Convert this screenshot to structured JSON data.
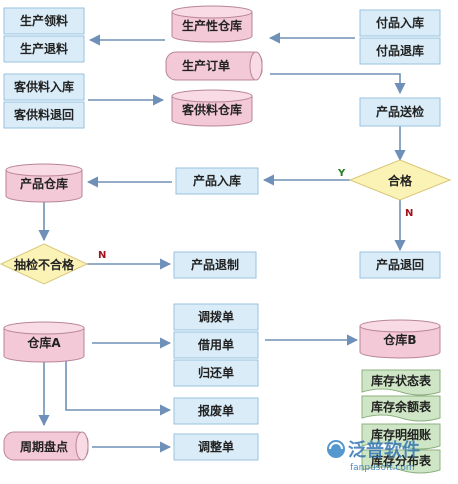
{
  "nodes": {
    "prod_pick": "生产领料",
    "prod_return": "生产退料",
    "consign_in": "客供料入库",
    "consign_return": "客供料退回",
    "prod_warehouse": "生产性仓库",
    "prod_order": "生产订单",
    "consign_warehouse": "客供料仓库",
    "goods_in": "付品入库",
    "goods_return": "付品退库",
    "product_inspect": "产品送检",
    "qualified": "合格",
    "product_warehouse": "产品仓库",
    "product_in": "产品入库",
    "product_return": "产品退回",
    "sampling_fail": "抽检不合格",
    "product_reject": "产品退制",
    "warehouse_a": "仓库A",
    "transfer": "调拨单",
    "borrow": "借用单",
    "giveback": "归还单",
    "scrap": "报废单",
    "adjust": "调整单",
    "stocktake": "周期盘点",
    "warehouse_b": "仓库B",
    "stock_status": "库存状态表",
    "stock_balance": "库存余额表",
    "stock_detail": "库存明细账",
    "stock_distribution": "库存分布表"
  },
  "flags": {
    "yes": "Y",
    "no": "N",
    "no2": "N"
  },
  "watermark": {
    "brand": "泛普软件",
    "url": "fanpusoft.com"
  },
  "colors": {
    "box_fill": "#d9ecf8",
    "box_stroke": "#9ac3e0",
    "cylinder_fill": "#f3c9d7",
    "cylinder_stroke": "#b9849a",
    "diamond_fill": "#fbf2b5",
    "diamond_stroke": "#d8c87a",
    "report_fill": "#cfe6c6",
    "report_stroke": "#8cb07f",
    "arrow": "#6f90b8",
    "flag_yes": "#1f7a1f",
    "flag_no": "#a0141e"
  }
}
